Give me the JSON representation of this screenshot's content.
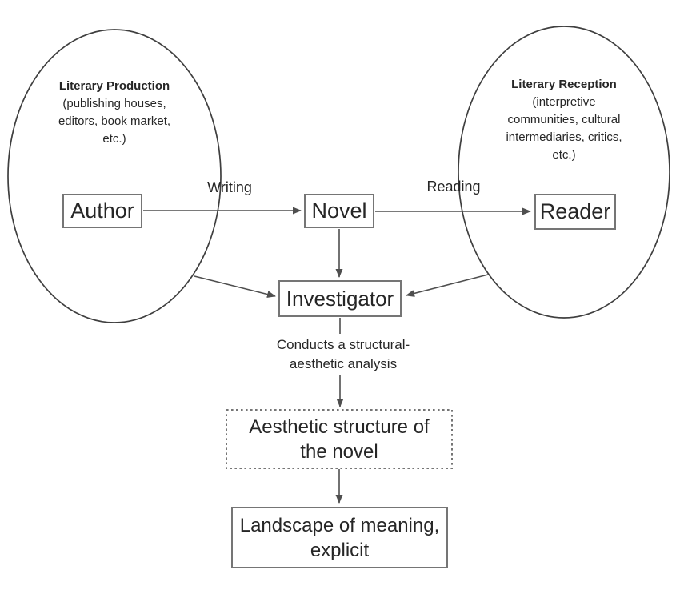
{
  "colors": {
    "background": "#ffffff",
    "text": "#262626",
    "box_border": "#757575",
    "ellipse_stroke": "#3f3f3f",
    "arrow": "#4f4f4f"
  },
  "ellipses": {
    "production": {
      "title": "Literary Production",
      "line1": "(publishing houses,",
      "line2": "editors, book market,",
      "line3": "etc.)"
    },
    "reception": {
      "title": "Literary Reception",
      "line1": "(interpretive",
      "line2": "communities, cultural",
      "line3": "intermediaries, critics,",
      "line4": "etc.)"
    }
  },
  "nodes": {
    "author": "Author",
    "novel": "Novel",
    "reader": "Reader",
    "investigator": "Investigator",
    "aesthetic_structure": {
      "line1": "Aesthetic structure of",
      "line2": "the novel"
    },
    "landscape": {
      "line1": "Landscape of meaning,",
      "line2": "explicit"
    }
  },
  "edge_labels": {
    "writing": "Writing",
    "reading": "Reading",
    "analysis": {
      "line1": "Conducts a structural-",
      "line2": "aesthetic analysis"
    }
  }
}
